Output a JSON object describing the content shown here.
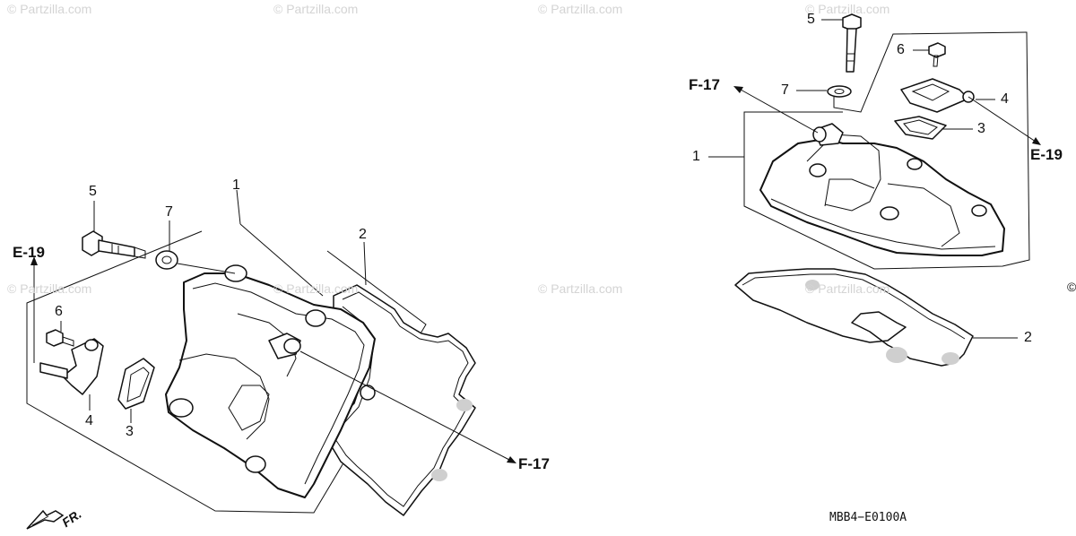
{
  "watermarks": [
    "© Partzilla.com",
    "© Partzilla.com",
    "© Partzilla.com",
    "© Partzilla.com",
    "© Partzilla.com",
    "© Partzilla.com",
    "© Partzilla.com",
    "© Partzilla.com"
  ],
  "left_view": {
    "labels": {
      "p1": "1",
      "p2": "2",
      "p3": "3",
      "p4": "4",
      "p5": "5",
      "p6": "6",
      "p7": "7"
    },
    "refs": {
      "e19": "E-19",
      "f17": "F-17"
    },
    "front_arrow": "FR."
  },
  "right_view": {
    "labels": {
      "p1": "1",
      "p2": "2",
      "p3": "3",
      "p4": "4",
      "p5": "5",
      "p6": "6",
      "p7": "7"
    },
    "refs": {
      "e19": "E-19",
      "f17": "F-17"
    }
  },
  "edge_mark": "©",
  "diagram_code": "MBB4−E0100A"
}
